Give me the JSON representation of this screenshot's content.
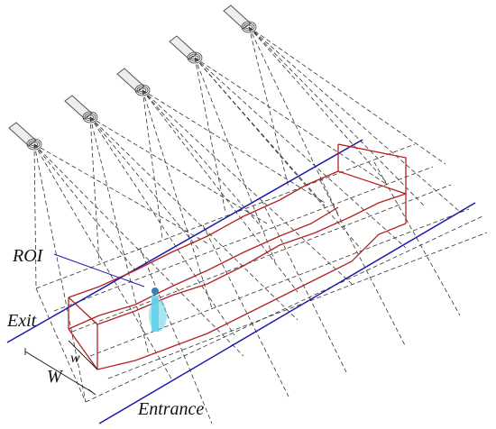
{
  "labels": {
    "roi": "ROI",
    "exit": "Exit",
    "entrance": "Entrance",
    "outer_width": "W",
    "inner_width": "w"
  },
  "colors": {
    "line_blue": "#1a1aa8",
    "region_red": "#b22222",
    "dash": "#333333",
    "person": "#5fd0e6",
    "camera": "#555555"
  },
  "cameras": {
    "count": 5
  }
}
